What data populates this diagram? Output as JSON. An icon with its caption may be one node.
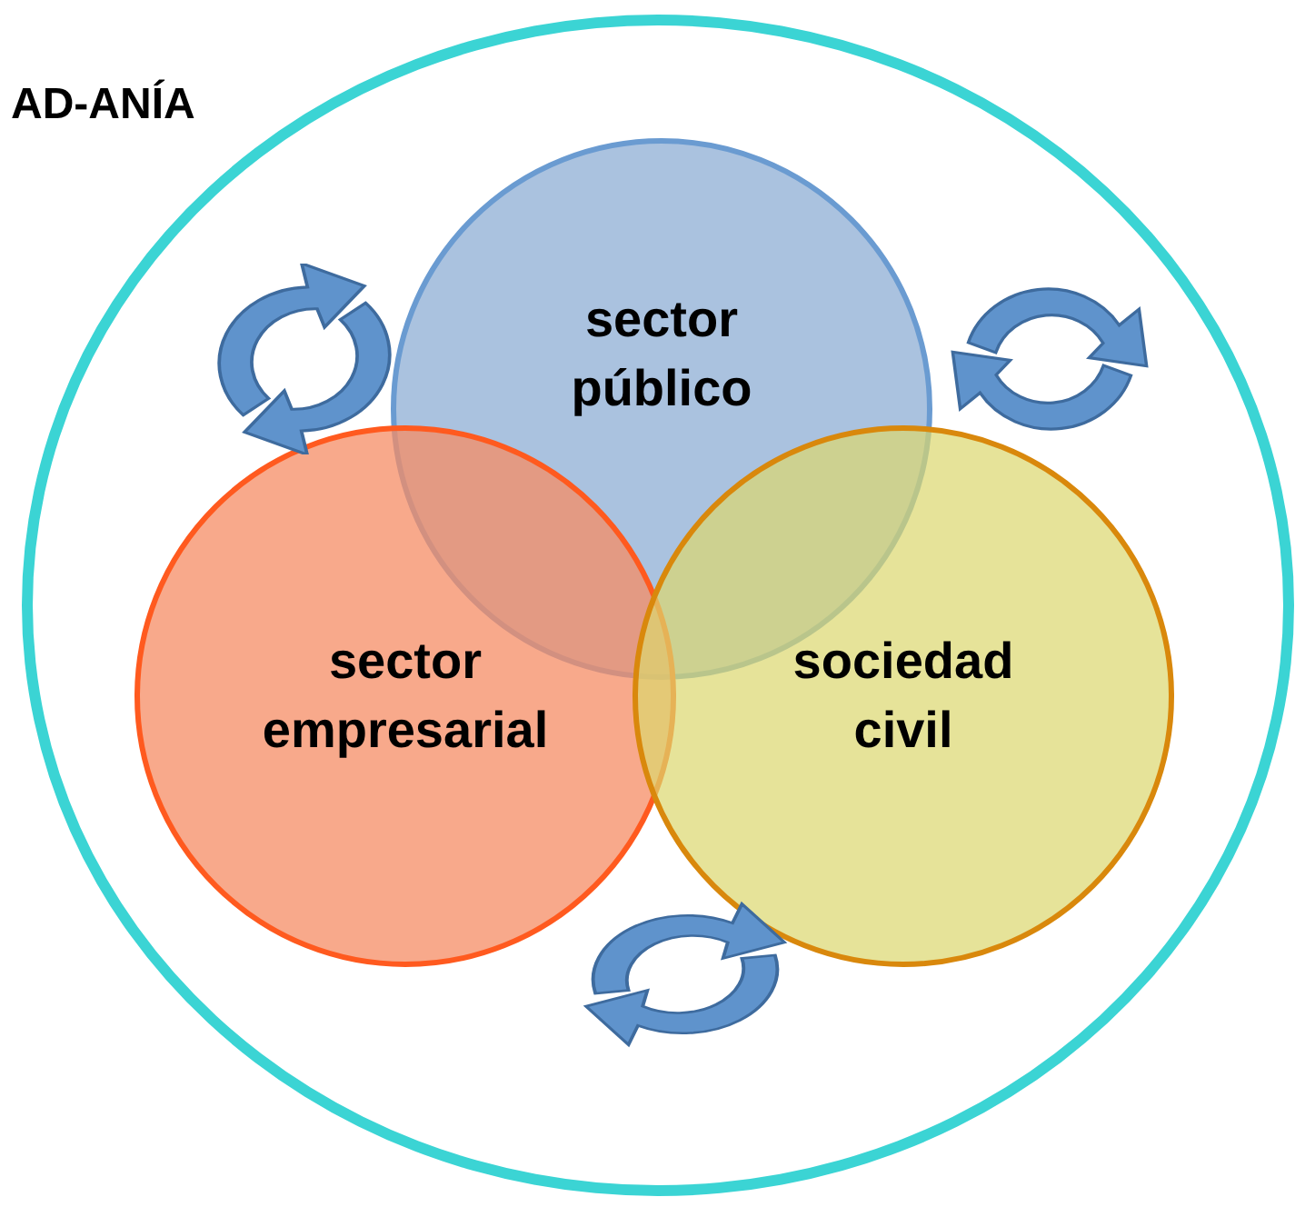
{
  "diagram": {
    "nodes": [
      {
        "text": [
          "AD-ANÍA"
        ]
      },
      {
        "text": [
          "sector público"
        ],
        "in": 0
      },
      {
        "text": [
          "sector empresarial"
        ],
        "in": 0
      },
      {
        "text": [
          "sociedad civil"
        ],
        "in": 0
      }
    ]
  }
}
